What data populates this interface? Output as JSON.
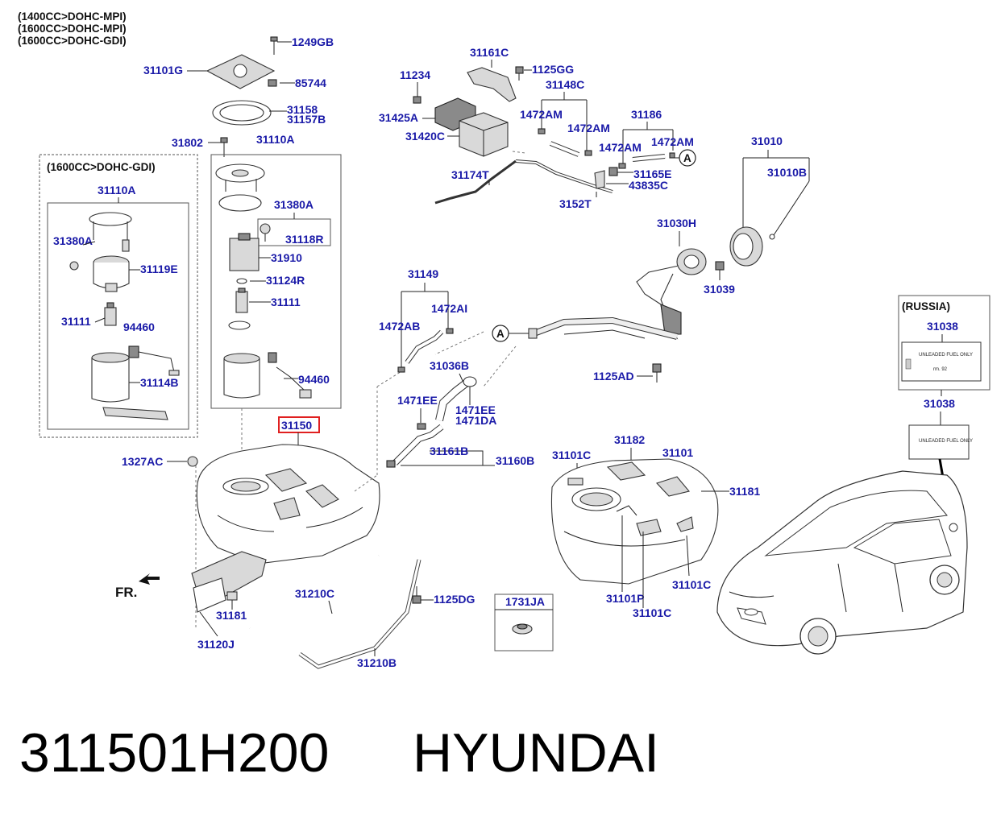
{
  "header": {
    "variants": [
      "(1400CC>DOHC-MPI)",
      "(1600CC>DOHC-MPI)",
      "(1600CC>DOHC-GDI)"
    ],
    "gdi_section_title": "(1600CC>DOHC-GDI)",
    "russia_title": "(RUSSIA)",
    "front_marker": "FR."
  },
  "labels": {
    "l1249GB": "1249GB",
    "l31101G": "31101G",
    "l85744": "85744",
    "l31158": "31158",
    "l31157B": "31157B",
    "l31802": "31802",
    "l31110A_main": "31110A",
    "l31110A_gdi": "31110A",
    "l31380A_main": "31380A",
    "l31118R": "31118R",
    "l31910": "31910",
    "l31124R": "31124R",
    "l31111_main": "31111",
    "l94460_main": "94460",
    "l31380A_gdi": "31380A",
    "l31119E": "31119E",
    "l31111_gdi": "31111",
    "l94460_gdi": "94460",
    "l31114B": "31114B",
    "l31150": "31150",
    "l1327AC": "1327AC",
    "l11234": "11234",
    "l31161C": "31161C",
    "l1125GG": "1125GG",
    "l31148C": "31148C",
    "l31425A": "31425A",
    "l1472AM_1": "1472AM",
    "l1472AM_2": "1472AM",
    "l1472AM_3": "1472AM",
    "l1472AM_4": "1472AM",
    "l31186": "31186",
    "l31420C": "31420C",
    "l31174T": "31174T",
    "l31165E": "31165E",
    "l43835C": "43835C",
    "l3152T": "3152T",
    "l31010": "31010",
    "l31010B": "31010B",
    "l31030H": "31030H",
    "l31039": "31039",
    "l31149": "31149",
    "l1472AI": "1472AI",
    "l1472AB": "1472AB",
    "l31036B": "31036B",
    "l1471EE_1": "1471EE",
    "l1471EE_2": "1471EE",
    "l1471DA": "1471DA",
    "l31161B": "31161B",
    "l31160B": "31160B",
    "l1125AD": "1125AD",
    "l31038_1": "31038",
    "l31038_2": "31038",
    "l31101C_1": "31101C",
    "l31101C_2": "31101C",
    "l31101C_3": "31101C",
    "l31182": "31182",
    "l31101": "31101",
    "l31181_1": "31181",
    "l31181_2": "31181",
    "l31101P": "31101P",
    "l31210C": "31210C",
    "l1125DG": "1125DG",
    "l1731JA": "1731JA",
    "l31120J": "31120J",
    "l31210B": "31210B",
    "callout_a": "A"
  },
  "footer": {
    "part_number": "311501H200",
    "brand": "HYUNDAI"
  },
  "colors": {
    "label": "#1a1aa8",
    "highlight_box": "#e02020",
    "line": "#222222"
  }
}
